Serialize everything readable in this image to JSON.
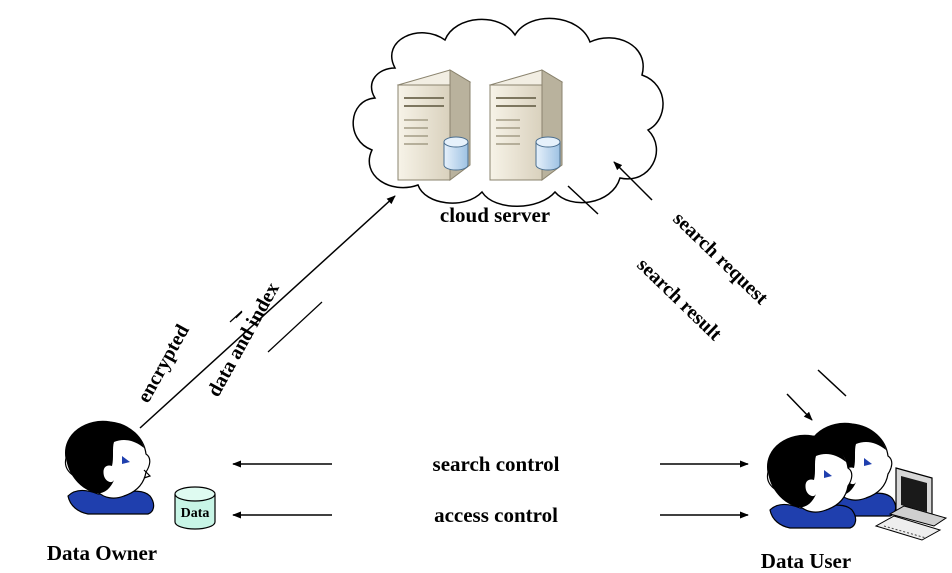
{
  "nodes": {
    "cloud_label": "cloud server",
    "owner_label": "Data Owner",
    "user_label": "Data User",
    "data_icon_label": "Data"
  },
  "edges": {
    "encrypted": "encrypted",
    "data_and_index": "data and index",
    "search_request": "search request",
    "search_result": "search result",
    "search_control": "search control",
    "access_control": "access control"
  },
  "colors": {
    "stroke": "#000000",
    "hair": "#000000",
    "skin": "#ffffff",
    "shirt": "#1f3fae",
    "eye": "#1f3fae",
    "server_body": "#ece6d6",
    "server_shadow": "#a8a08a",
    "db_fill": "#c4dcf0",
    "data_db_fill": "#c8f5e6"
  },
  "icons": [
    "cloud-icon",
    "server-icon",
    "database-icon",
    "person-icon",
    "computer-icon"
  ]
}
